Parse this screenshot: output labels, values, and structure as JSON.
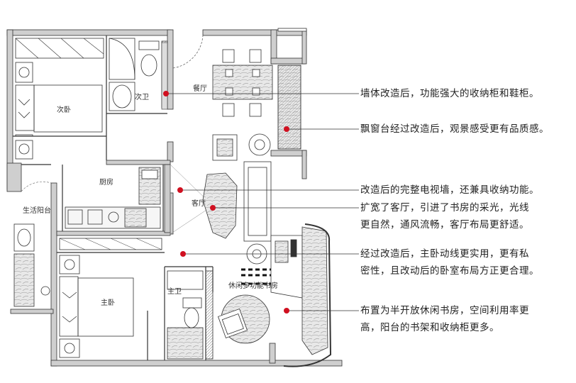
{
  "rooms": {
    "bedroom2": "次卧",
    "bath2": "次卫",
    "dining": "餐厅",
    "kitchen": "厨房",
    "balcony": "生活阳台",
    "living": "客厅",
    "master_bedroom": "主卧",
    "master_bath": "主卫",
    "study": "休闲多功能书房"
  },
  "annotations": [
    {
      "lines": [
        "墙体改造后，功能强大的收纳柜和鞋柜。"
      ]
    },
    {
      "lines": [
        "飘窗台经过改造后，观景感受更有品质感。"
      ]
    },
    {
      "lines": [
        "改造后的完整电视墙，还兼具收纳功能。"
      ]
    },
    {
      "lines": [
        "扩宽了客厅，引进了书房的采光，光线",
        "更自然，通风流畅，客厅布局更舒适。"
      ]
    },
    {
      "lines": [
        "经过改造后，主卧动线更实用，更有私",
        "密性，且改动后的卧室布局方正更合理。"
      ]
    },
    {
      "lines": [
        "布置为半开放休闲书房，空间利用率更",
        "高，阳台的书架和收纳柜更多。"
      ]
    }
  ],
  "colors": {
    "wall": "#c9c9c9",
    "marker": "#d01020",
    "line": "#333333"
  }
}
